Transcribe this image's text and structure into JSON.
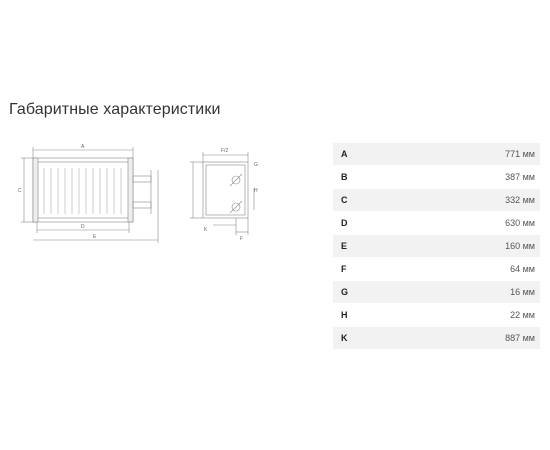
{
  "title": "Габаритные характеристики",
  "drawing": {
    "side_view_labels": [
      "A",
      "C",
      "D",
      "E"
    ],
    "front_view_labels": [
      "F/2",
      "G",
      "H",
      "K",
      "F"
    ]
  },
  "dimensions": [
    {
      "letter": "A",
      "value": "771 мм"
    },
    {
      "letter": "B",
      "value": "387 мм"
    },
    {
      "letter": "C",
      "value": "332 мм"
    },
    {
      "letter": "D",
      "value": "630 мм"
    },
    {
      "letter": "E",
      "value": "160 мм"
    },
    {
      "letter": "F",
      "value": "64 мм"
    },
    {
      "letter": "G",
      "value": "16 мм"
    },
    {
      "letter": "H",
      "value": "22 мм"
    },
    {
      "letter": "K",
      "value": "887 мм"
    }
  ]
}
